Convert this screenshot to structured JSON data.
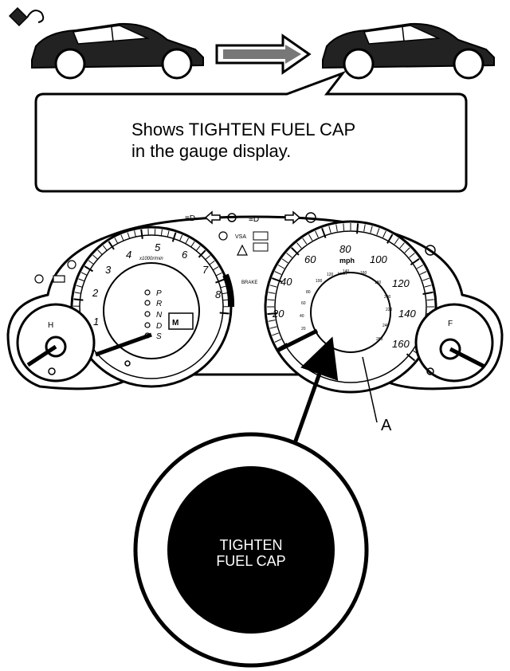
{
  "callout": {
    "line1": "Shows TIGHTEN FUEL CAP",
    "line2": "in the gauge display."
  },
  "pointer_label": "A",
  "tach": {
    "numbers": [
      "1",
      "2",
      "3",
      "4",
      "5",
      "6",
      "7",
      "8"
    ],
    "unit": "x1000r/min"
  },
  "gear": {
    "letters": [
      "P",
      "R",
      "N",
      "D",
      "S"
    ],
    "mode": "M"
  },
  "speedo": {
    "mph_numbers": [
      "20",
      "40",
      "60",
      "80",
      "100",
      "120",
      "140",
      "160"
    ],
    "unit": "mph",
    "kmh_numbers": [
      "20",
      "40",
      "60",
      "80",
      "100",
      "120",
      "140",
      "160",
      "180",
      "200",
      "220",
      "240",
      "260"
    ],
    "kmh_unit": "km/h"
  },
  "temp_gauge": {
    "hot": "H"
  },
  "fuel_gauge": {
    "full": "F"
  },
  "indicators": {
    "vsa": "VSA",
    "brake": "BRAKE"
  },
  "inset_message": {
    "line1": "TIGHTEN",
    "line2": "FUEL CAP"
  }
}
